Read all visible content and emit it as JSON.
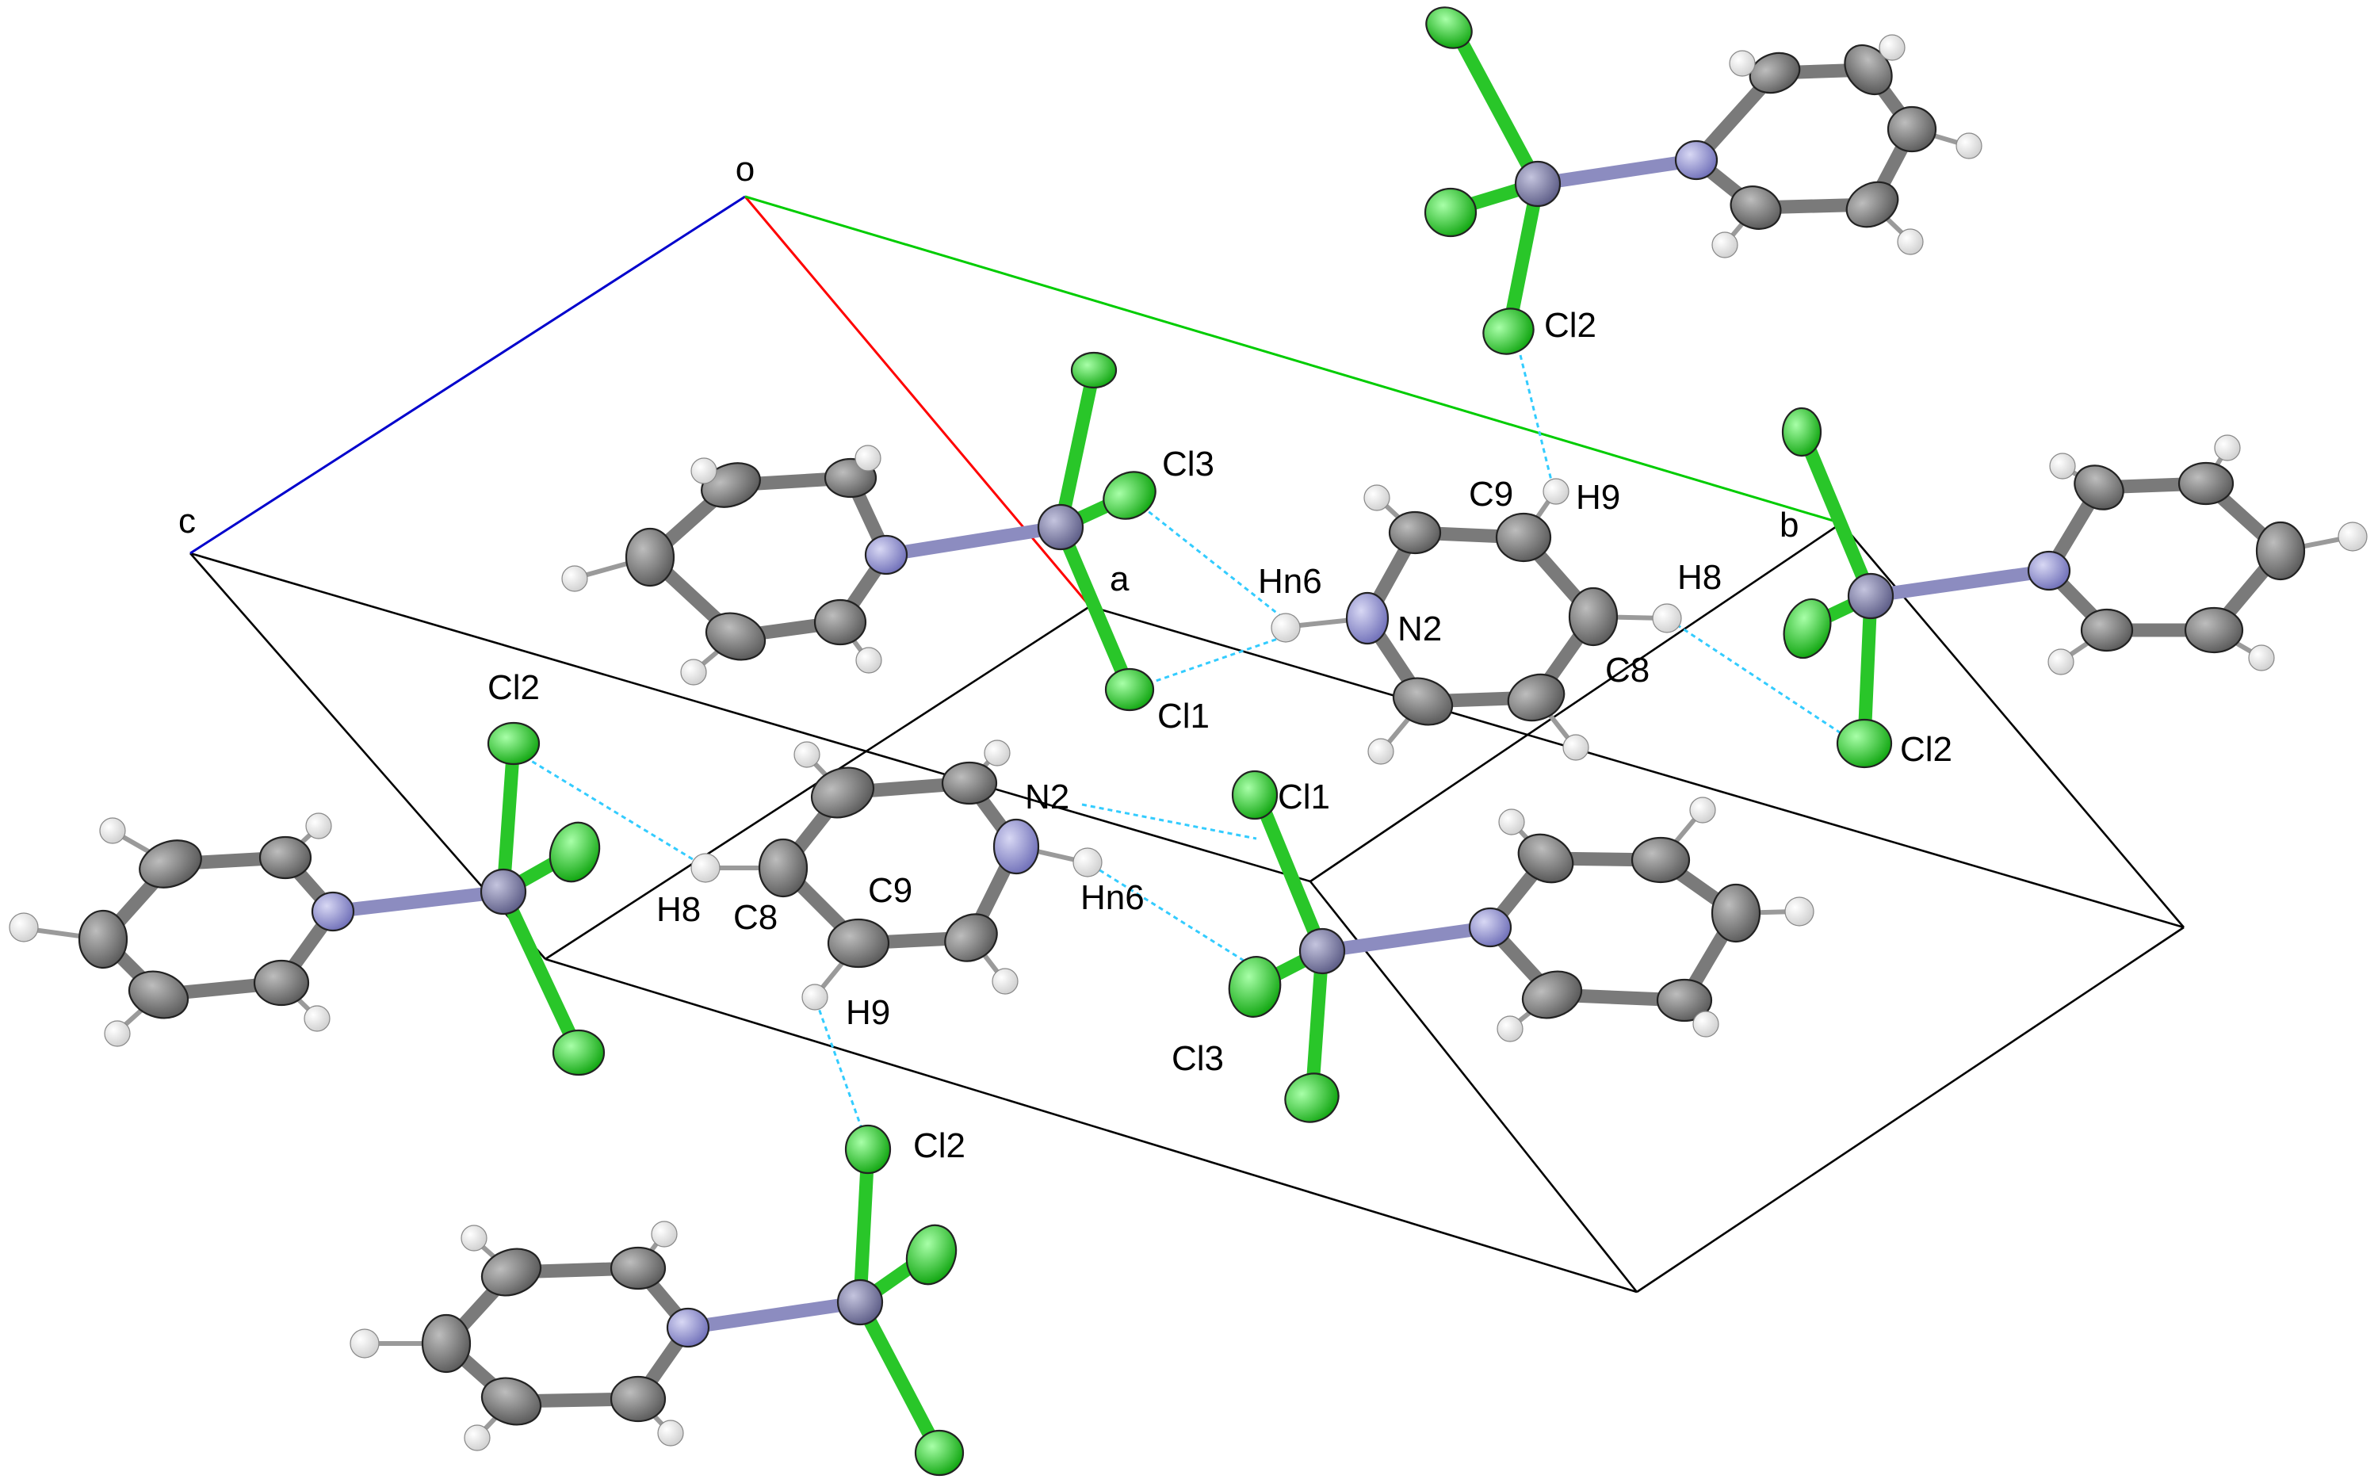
{
  "colors": {
    "background": "#ffffff",
    "carbon": "#6e6e6e",
    "nitrogen": "#9090cc",
    "chlorine": "#22cc22",
    "metal": "#8484a8",
    "hydrogen": "#f2f2f2",
    "axis_a": "#ff0000",
    "axis_b": "#00cc00",
    "axis_c": "#0000cc",
    "cell": "#000000",
    "hbond": "#33ccff"
  },
  "axes": {
    "origin": "o",
    "a": "a",
    "b": "b",
    "c": "c"
  },
  "atom_labels": {
    "cl3_top": "Cl3",
    "hn6_top": "Hn6",
    "n2_top": "N2",
    "c9_top": "C9",
    "h9_top": "H9",
    "cl2_top": "Cl2",
    "h8_right": "H8",
    "c8_right": "C8",
    "cl1_top": "Cl1",
    "cl2_right": "Cl2",
    "cl2_left": "Cl2",
    "n2_mid": "N2",
    "cl1_mid": "Cl1",
    "h8_left": "H8",
    "c8_left": "C8",
    "c9_mid": "C9",
    "hn6_mid": "Hn6",
    "h9_mid": "H9",
    "cl3_mid": "Cl3",
    "cl2_bottom": "Cl2"
  }
}
